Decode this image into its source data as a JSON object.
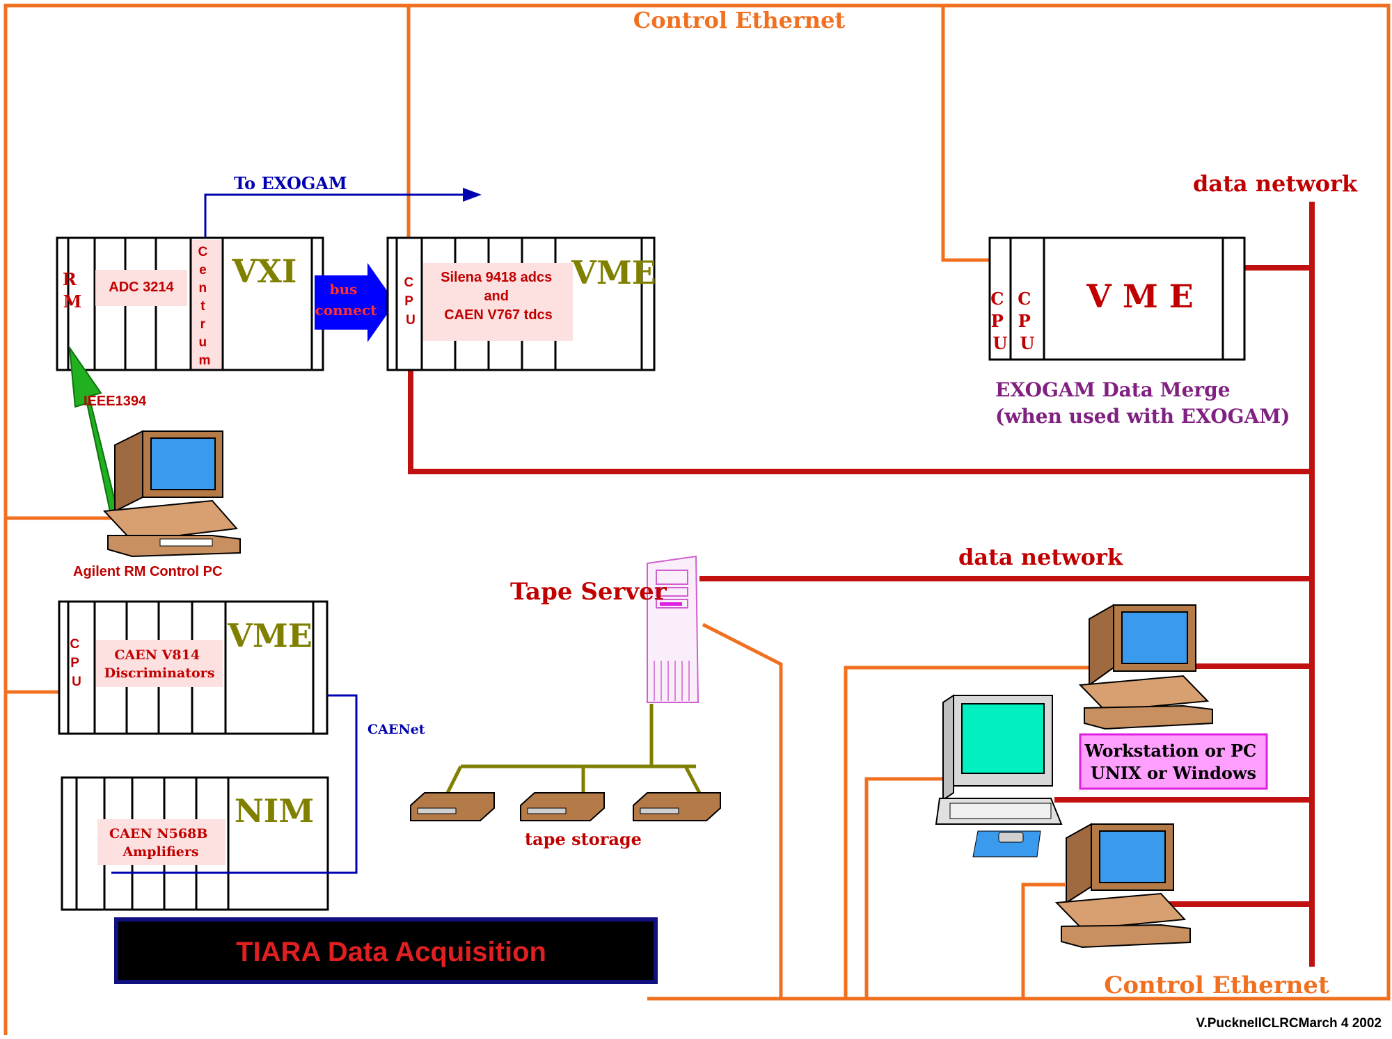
{
  "labels": {
    "control_ethernet_top": "Control Ethernet",
    "control_ethernet_bottom": "Control Ethernet",
    "data_network_right": "data network",
    "data_network_mid": "data network",
    "to_exogam": "To EXOGAM",
    "ieee1394": "IEEE1394",
    "agilent_pc": "Agilent  RM Control PC",
    "tape_server": "Tape Server",
    "tape_storage": "tape storage",
    "caenet": "CAENet",
    "exogam_merge_line1": "EXOGAM Data Merge",
    "exogam_merge_line2": "(when used with  EXOGAM)",
    "workstation_line1": "Workstation or PC",
    "workstation_line2": "UNIX or Windows",
    "title": "TIARA Data Acquisition",
    "credit": "V.PucknellCLRCMarch 4 2002"
  },
  "crates": {
    "vxi": {
      "name": "VXI",
      "rm": [
        "R",
        "M"
      ],
      "adc": "ADC 3214",
      "centrum": [
        "C",
        "e",
        "n",
        "t",
        "r",
        "u",
        "m"
      ]
    },
    "bus_connect": [
      "bus",
      "connect"
    ],
    "vme_top": {
      "name": "VME",
      "cpu": [
        "C",
        "P",
        "U"
      ],
      "module_line1": "Silena  9418 adcs",
      "module_line2": "and",
      "module_line3": "CAEN V767 tdcs"
    },
    "vme_merge": {
      "name": "V M E",
      "cpu1": [
        "C",
        "P",
        "U"
      ],
      "cpu2": [
        "C",
        "P",
        "U"
      ]
    },
    "vme_lower": {
      "name": "VME",
      "cpu": [
        "C",
        "P",
        "U"
      ],
      "module_line1": "CAEN V814",
      "module_line2": "Discriminators"
    },
    "nim": {
      "name": "NIM",
      "module_line1": "CAEN N568B",
      "module_line2": "Amplifiers"
    }
  },
  "colors": {
    "ethernet": "#f07020",
    "data_network": "#c01010",
    "label_red": "#c00000",
    "crate_name": "#808000",
    "module_bg": "#fde0e0",
    "blue_line": "#0000b0",
    "title_bg": "#000000",
    "title_border": "#101080",
    "title_text": "#e02020",
    "exogam_label": "#802080"
  }
}
